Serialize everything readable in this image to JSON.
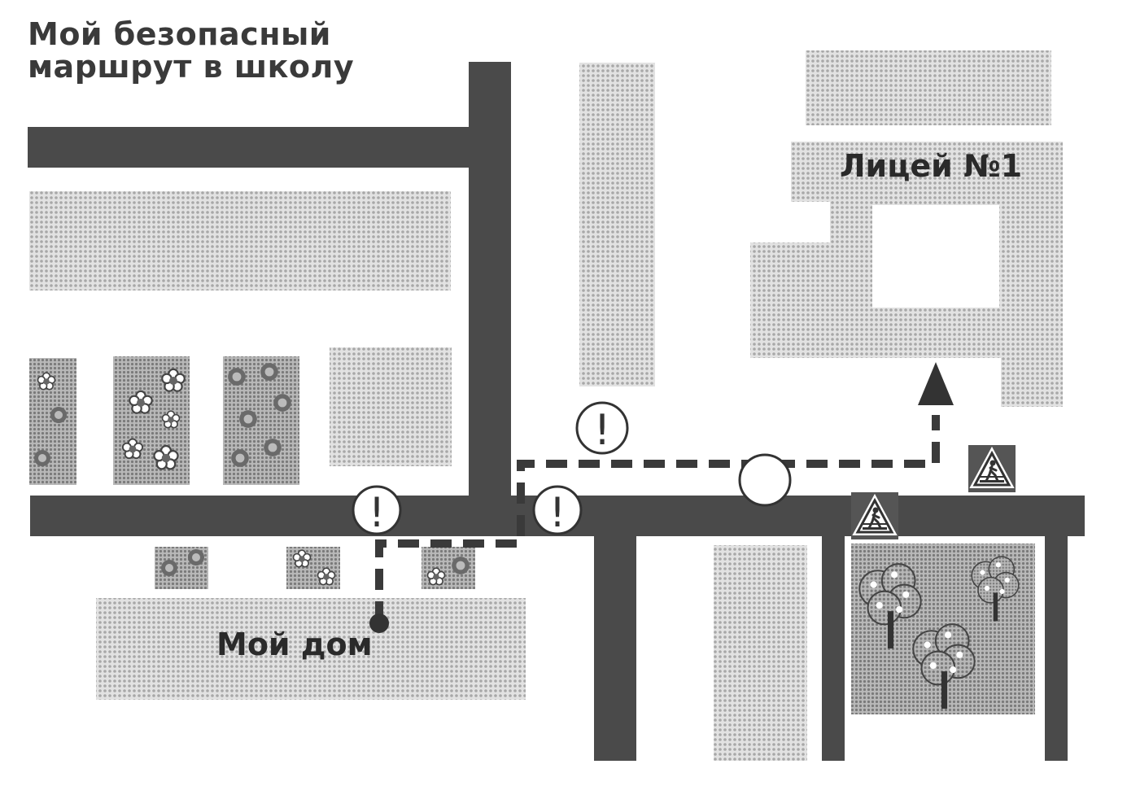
{
  "title": {
    "line1": "Мой безопасный",
    "line2": "маршрут в школу"
  },
  "labels": {
    "school": "Лицей №1",
    "home": "Мой дом"
  },
  "markers": {
    "danger_symbol": "!"
  },
  "icons": [
    "exclamation-icon",
    "pedestrian-crossing-icon",
    "flower-icon",
    "tree-icon",
    "arrow-up-icon",
    "home-dot-icon"
  ],
  "colors": {
    "road": "#4a4a4a",
    "route": "#3a3a3a",
    "building": "#c8c8c8",
    "greenery": "#9a9a9a"
  }
}
